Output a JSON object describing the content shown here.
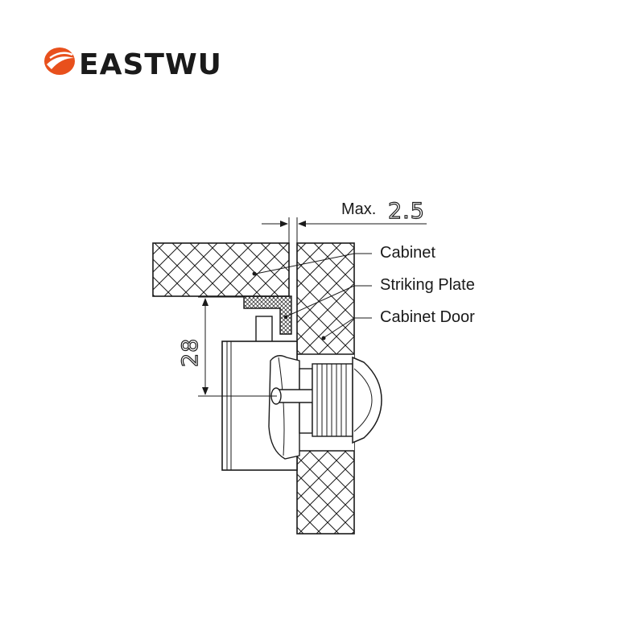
{
  "brand": {
    "name": "EASTWU",
    "accent_color": "#e8501c",
    "text_color": "#1a1a1a"
  },
  "dimensions": {
    "gap_prefix": "Max.",
    "gap_value": "2.5",
    "height_value": "28"
  },
  "callouts": {
    "cabinet": "Cabinet",
    "striking_plate": "Striking Plate",
    "cabinet_door": "Cabinet Door"
  }
}
